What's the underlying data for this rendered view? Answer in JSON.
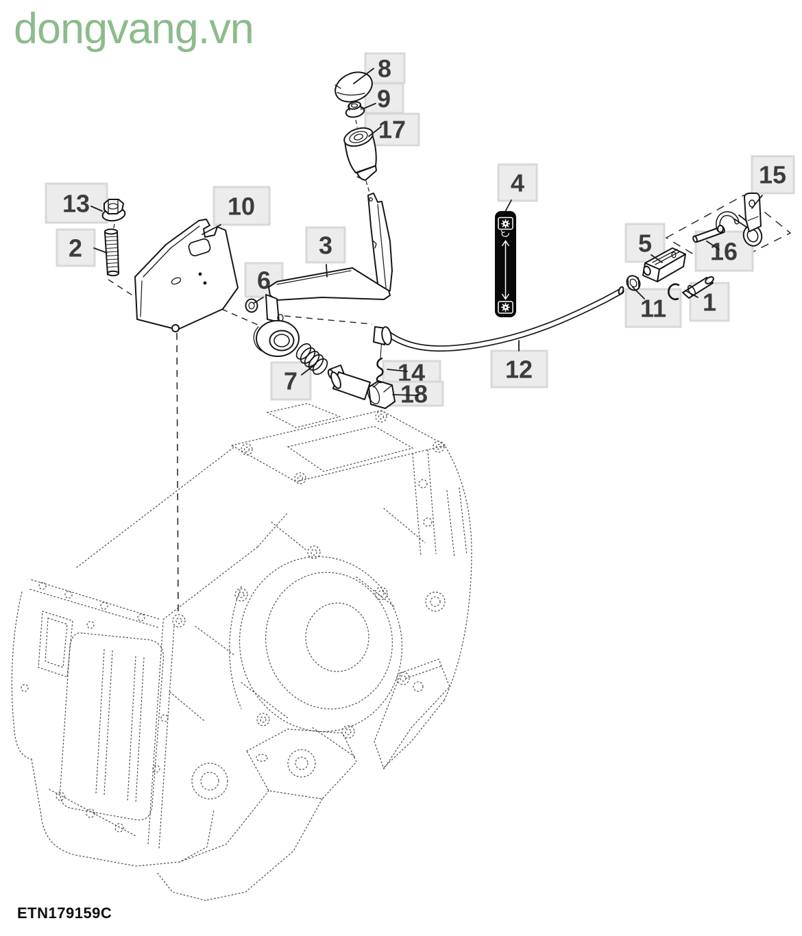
{
  "watermark": {
    "text": "dongvang.vn",
    "color": "#8cbb8c"
  },
  "figure": {
    "code": "ETN179159C"
  },
  "callouts": [
    {
      "label": "1"
    },
    {
      "label": "2"
    },
    {
      "label": "3"
    },
    {
      "label": "4"
    },
    {
      "label": "5"
    },
    {
      "label": "6"
    },
    {
      "label": "7"
    },
    {
      "label": "8"
    },
    {
      "label": "9"
    },
    {
      "label": "10"
    },
    {
      "label": "11"
    },
    {
      "label": "12"
    },
    {
      "label": "13"
    },
    {
      "label": "14"
    },
    {
      "label": "15"
    },
    {
      "label": "16"
    },
    {
      "label": "17"
    },
    {
      "label": "18"
    }
  ],
  "badge": {
    "icons": [
      "gear-icon",
      "double-arrow-icon",
      "gear-icon"
    ],
    "bg": "#080808",
    "fg": "#ffffff"
  },
  "colors": {
    "label_box_bg": "#ececec",
    "label_box_border": "#d8d8d8",
    "label_text": "#3c3c3c",
    "line_art": "#151515",
    "ghost_housing": "#4a4a4a"
  }
}
